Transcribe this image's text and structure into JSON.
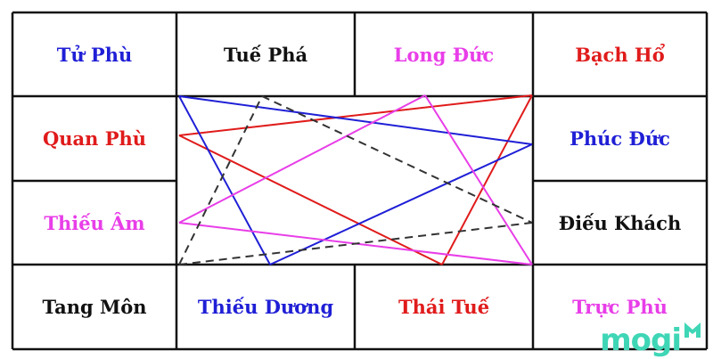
{
  "palaces": {
    "tu_phu": {
      "label": "Tử Phù",
      "color": "#1f1fd6"
    },
    "tue_pha": {
      "label": "Tuế Phá",
      "color": "#111111"
    },
    "long_duc": {
      "label": "Long Đức",
      "color": "#e83ee8"
    },
    "bach_ho": {
      "label": "Bạch Hổ",
      "color": "#e01b1b"
    },
    "quan_phu": {
      "label": "Quan Phù",
      "color": "#e01b1b"
    },
    "phuc_duc": {
      "label": "Phúc Đức",
      "color": "#1f1fd6"
    },
    "thieu_am": {
      "label": "Thiếu Âm",
      "color": "#e83ee8"
    },
    "dieu_khach": {
      "label": "Điếu Khách",
      "color": "#111111"
    },
    "tang_mon": {
      "label": "Tang Môn",
      "color": "#111111"
    },
    "thieu_duong": {
      "label": "Thiếu Dương",
      "color": "#1f1fd6"
    },
    "thai_tue": {
      "label": "Thái Tuế",
      "color": "#e01b1b"
    },
    "truc_phu": {
      "label": "Trực Phù",
      "color": "#e83ee8"
    }
  },
  "colors": {
    "border": "#111111",
    "red": "#e01b1b",
    "blue": "#1f1fd6",
    "magenta": "#e83ee8",
    "dashed": "#333333"
  },
  "watermark": {
    "text": "mogi",
    "color": "#3fd6b6"
  }
}
